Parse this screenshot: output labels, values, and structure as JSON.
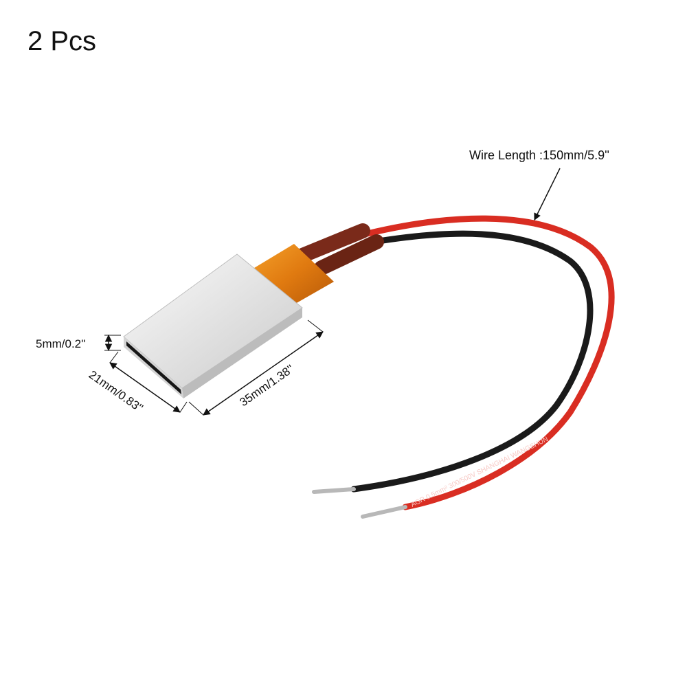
{
  "quantity_label": "2 Pcs",
  "dimensions": {
    "wire_length": "Wire Length :150mm/5.9''",
    "thickness": "5mm/0.2''",
    "width": "21mm/0.83''",
    "length": "35mm/1.38''"
  },
  "wire_print": "AGR 0.5mm² 300/500V SHANGHAI WANGSHUN",
  "colors": {
    "red_wire": "#d92d22",
    "black_wire": "#1a1a1a",
    "sleeve": "#7a2a1a",
    "tape": "#e07a10",
    "aluminum": "#e6e6e6",
    "dimension_line": "#111111"
  }
}
